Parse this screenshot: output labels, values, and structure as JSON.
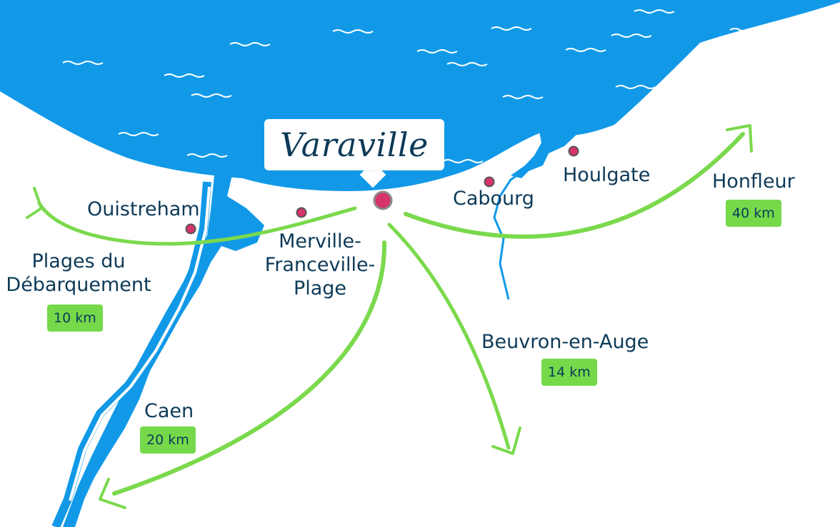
{
  "colors": {
    "sea": "#1199e8",
    "river": "#1199e8",
    "arrow": "#7ad94c",
    "text": "#0d3a58",
    "badge": "#75d94a",
    "dot": "#d6336c"
  },
  "callout": {
    "title": "Varaville",
    "marker": "location-pin"
  },
  "places": {
    "ouistreham": "Ouistreham",
    "merville": [
      "Merville-",
      "Franceville-",
      "Plage"
    ],
    "cabourg": "Cabourg",
    "houlgate": "Houlgate"
  },
  "destinations": {
    "plages": {
      "name": [
        "Plages du",
        "Débarquement"
      ],
      "distance": "10 km"
    },
    "caen": {
      "name": "Caen",
      "distance": "20 km"
    },
    "beuvron": {
      "name": "Beuvron-en-Auge",
      "distance": "14 km"
    },
    "honfleur": {
      "name": "Honfleur",
      "distance": "40 km"
    }
  }
}
